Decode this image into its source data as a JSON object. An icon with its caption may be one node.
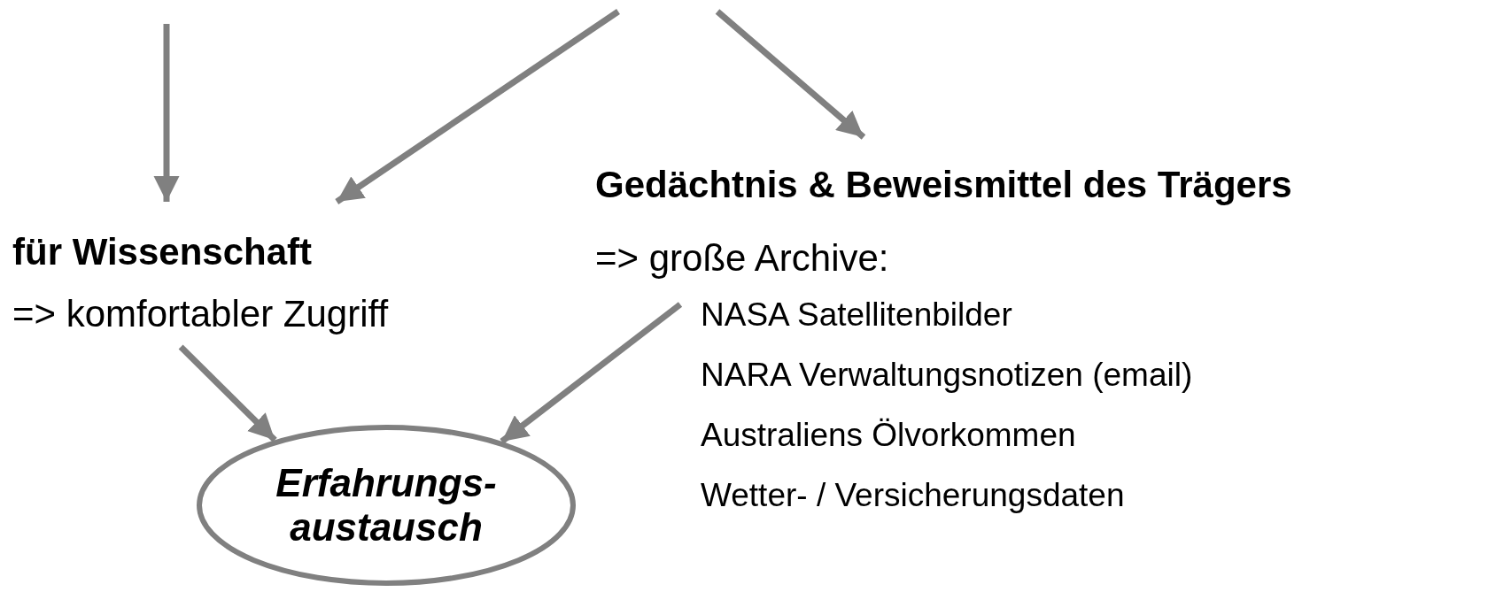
{
  "diagram": {
    "nodes": [
      {
        "text": [
          "für Wissenschaft",
          "=> komfortabler Zugriff"
        ]
      },
      {
        "text": [
          "Gedächtnis & Beweismittel des Trägers",
          "=> große Archive:"
        ]
      },
      {
        "text": [
          "NASA  Satellitenbilder",
          "NARA Verwaltungsnotizen (email)",
          "Australiens Ölvorkommen",
          "Wetter- / Versicherungsdaten"
        ]
      },
      {
        "text": [
          "Erfahrungs- austausch"
        ]
      }
    ],
    "edges": [
      {
        "from": null,
        "to": 0,
        "arrow": "to"
      },
      {
        "from": null,
        "to": 0,
        "arrow": "to"
      },
      {
        "from": null,
        "to": 1,
        "arrow": "to"
      },
      {
        "from": 0,
        "to": 3,
        "arrow": "to"
      },
      {
        "from": 2,
        "to": 3,
        "arrow": "to"
      }
    ]
  }
}
